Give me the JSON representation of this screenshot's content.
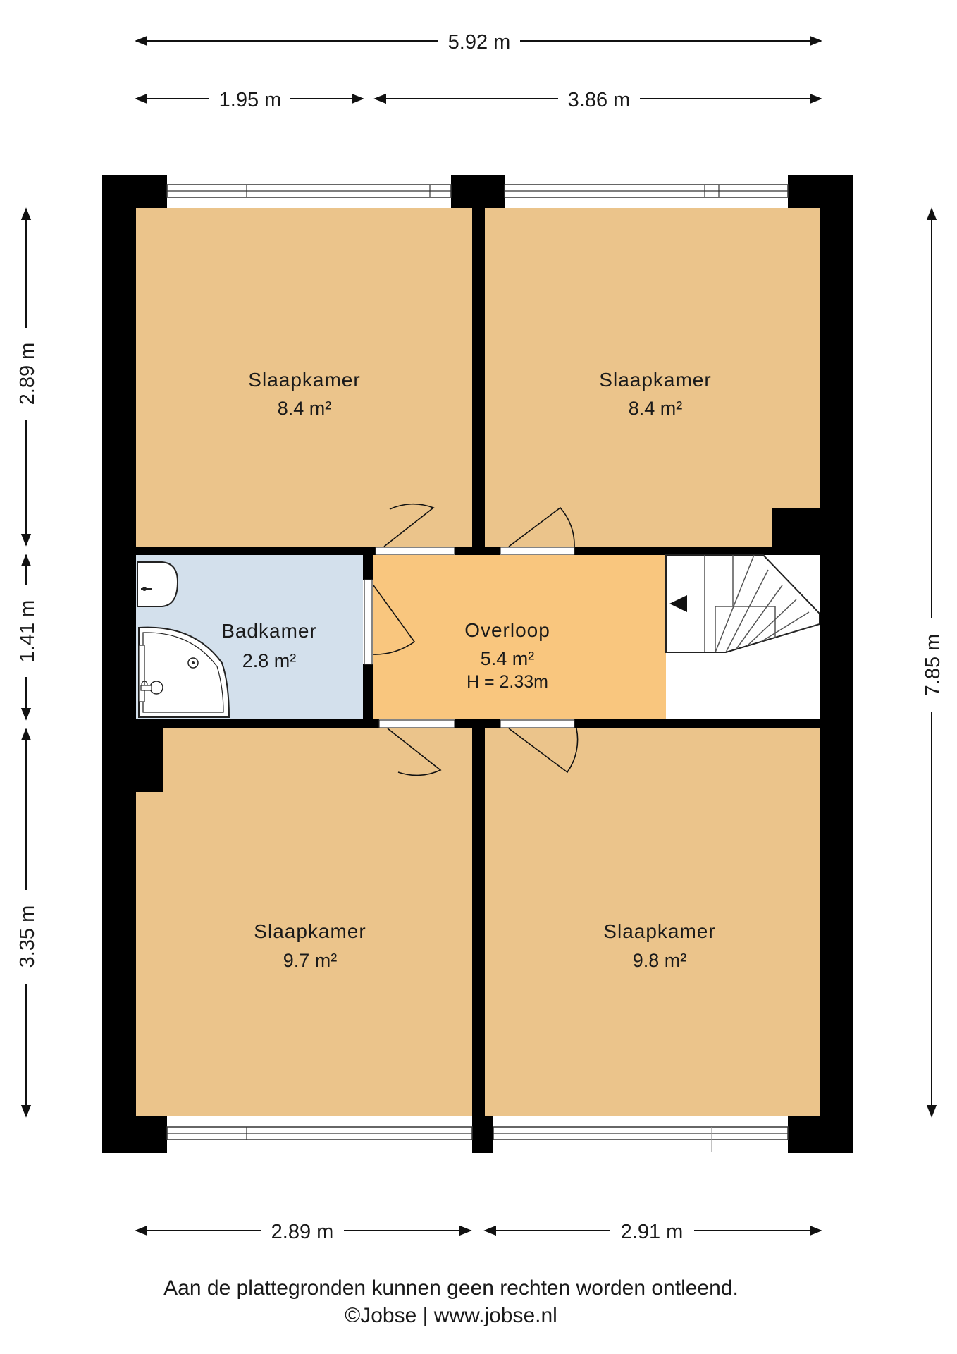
{
  "colors": {
    "bedroom": "#ebc48b",
    "landing": "#f9c67e",
    "bathroom": "#d3e0ec",
    "wall": "#000000"
  },
  "dimensions": {
    "top_total": "5.92 m",
    "top_left": "1.95 m",
    "top_right": "3.86 m",
    "left_upper": "2.89 m",
    "left_middle": "1.41 m",
    "left_lower": "3.35 m",
    "right_total": "7.85 m",
    "bottom_left": "2.89 m",
    "bottom_right": "2.91 m"
  },
  "rooms": {
    "bedroom_top_left": {
      "name": "Slaapkamer",
      "area": "8.4 m²"
    },
    "bedroom_top_right": {
      "name": "Slaapkamer",
      "area": "8.4 m²"
    },
    "bathroom": {
      "name": "Badkamer",
      "area": "2.8 m²"
    },
    "landing": {
      "name": "Overloop",
      "area": "5.4 m²",
      "height": "H = 2.33m"
    },
    "bedroom_bottom_left": {
      "name": "Slaapkamer",
      "area": "9.7 m²"
    },
    "bedroom_bottom_right": {
      "name": "Slaapkamer",
      "area": "9.8 m²"
    }
  },
  "footer": {
    "disclaimer": "Aan de plattegronden kunnen geen rechten worden ontleend.",
    "credit": "©Jobse | www.jobse.nl"
  }
}
